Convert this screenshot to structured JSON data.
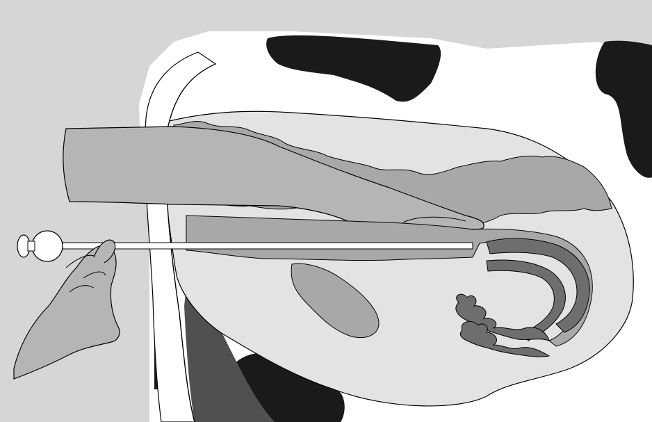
{
  "figure": {
    "colors": {
      "background_light": "#d6d6d6",
      "background_white": "#ffffff",
      "cow_patch_black": "#1a1a1a",
      "internal_cavity": "#e3e3e3",
      "organ_mid": "#a8a8a8",
      "organ_dark": "#6e6e6e",
      "arm_grey": "#b5b5b5",
      "outline": "#000000"
    },
    "icons": [
      "insemination-gun",
      "gloved-arm",
      "hand"
    ]
  }
}
